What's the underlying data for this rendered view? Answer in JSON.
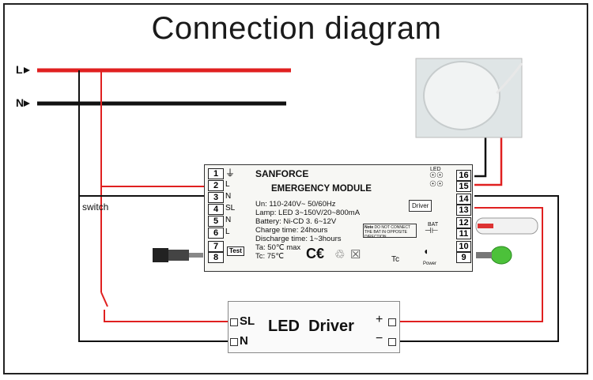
{
  "title": "Connection diagram",
  "lines": {
    "live": "L",
    "neutral": "N",
    "switch": "switch"
  },
  "module": {
    "brand": "SANFORCE",
    "name": "EMERGENCY MODULE",
    "specs": [
      "Un: 110-240V~ 50/60Hz",
      "Lamp: LED   3~150V/20~800mA",
      "Battery: Ni-CD 3. 6~12V",
      "Charge time: 24hours",
      "Discharge time: 1~3hours",
      "Ta: 50℃ max",
      "Tc: 75℃"
    ],
    "tc_label": "Tc",
    "left_terminals": [
      {
        "num": "1",
        "label": "⏚"
      },
      {
        "num": "2",
        "label": "L"
      },
      {
        "num": "3",
        "label": "N"
      },
      {
        "num": "4",
        "label": "SL"
      },
      {
        "num": "5",
        "label": "N"
      },
      {
        "num": "6",
        "label": "L"
      },
      {
        "num": "7",
        "label": ""
      },
      {
        "num": "8",
        "label": ""
      }
    ],
    "test_label": "Test",
    "right_terminals": [
      "16",
      "15",
      "14",
      "13",
      "12",
      "11",
      "10",
      "9"
    ],
    "led_label": "LED",
    "driver_label": "Driver",
    "bat_label": "BAT",
    "power_label": "Power",
    "note_title": "Note",
    "note_text": "DO NOT CONNECT THE BAT IN OPPOSITE DIRECTION"
  },
  "driver": {
    "sl": "SL",
    "n": "N",
    "name": "LED  Driver",
    "plus": "+",
    "minus": "−"
  },
  "colors": {
    "live": "#e02020",
    "neutral": "#111111",
    "frame": "#222222"
  }
}
